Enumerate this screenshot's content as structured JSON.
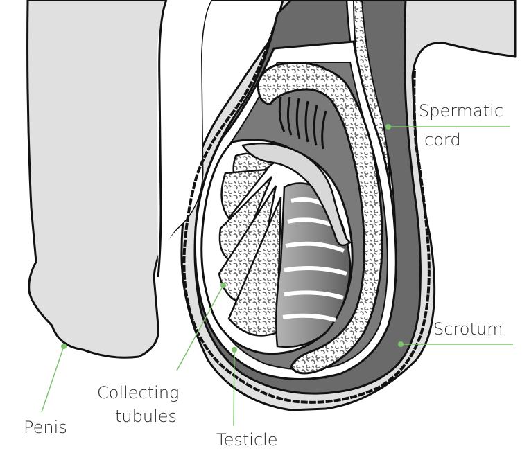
{
  "labels": {
    "spermatic_cord_line1": "Spermatic",
    "spermatic_cord_line2": "cord",
    "scrotum": "Scrotum",
    "collecting_line1": "Collecting",
    "collecting_line2": "tubules",
    "penis": "Penis",
    "testicle": "Testicle"
  },
  "colors": {
    "skin": "#e0e0e0",
    "outline": "#111111",
    "tissue_dark": "#5a5a5a",
    "tissue_mid": "#8a8a8a",
    "tissue_light": "#c9c9c9",
    "leader": "#7dc36b"
  }
}
